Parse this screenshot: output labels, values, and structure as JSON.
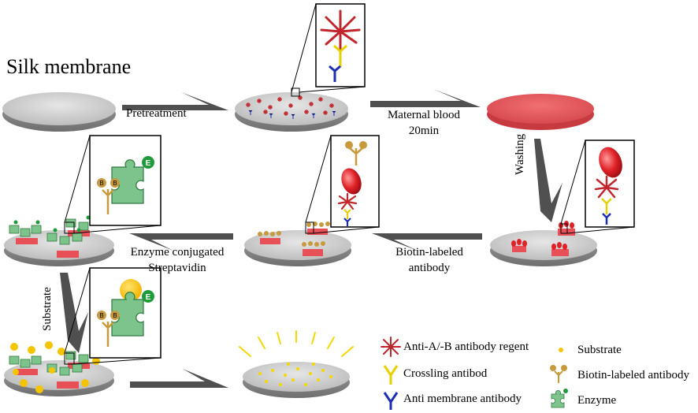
{
  "title": "Silk membrane",
  "steps": {
    "pretreatment": "Pretreatment",
    "maternal_blood": "Maternal blood",
    "maternal_time": "20min",
    "washing": "Washing",
    "biotin_1": "Biotin-labeled",
    "biotin_2": "antibody",
    "enzyme_1": "Enzyme conjugated",
    "enzyme_2": "Streptavidin",
    "substrate": "Substrate"
  },
  "legend": {
    "anti_ab": "Anti-A/-B antibody regent",
    "crossling": "Crossling antibod",
    "anti_membrane": "Anti membrane antibody",
    "substrate": "Substrate",
    "biotin": "Biotin-labeled antibody",
    "enzyme": "Enzyme"
  },
  "icons": {
    "biotin_marker": "B",
    "enzyme_marker": "E"
  },
  "colors": {
    "membrane": "#d4d4d4",
    "blood_red": "#e8555a",
    "anti_ab": "#c0262b",
    "crossling": "#e6d000",
    "anti_membrane": "#1c2fb4",
    "biotin": "#c79a3c",
    "enzyme": "#7cc48c",
    "enzyme_badge": "#1f9a3a",
    "substrate": "#f5c400",
    "arrow": "#505050"
  }
}
